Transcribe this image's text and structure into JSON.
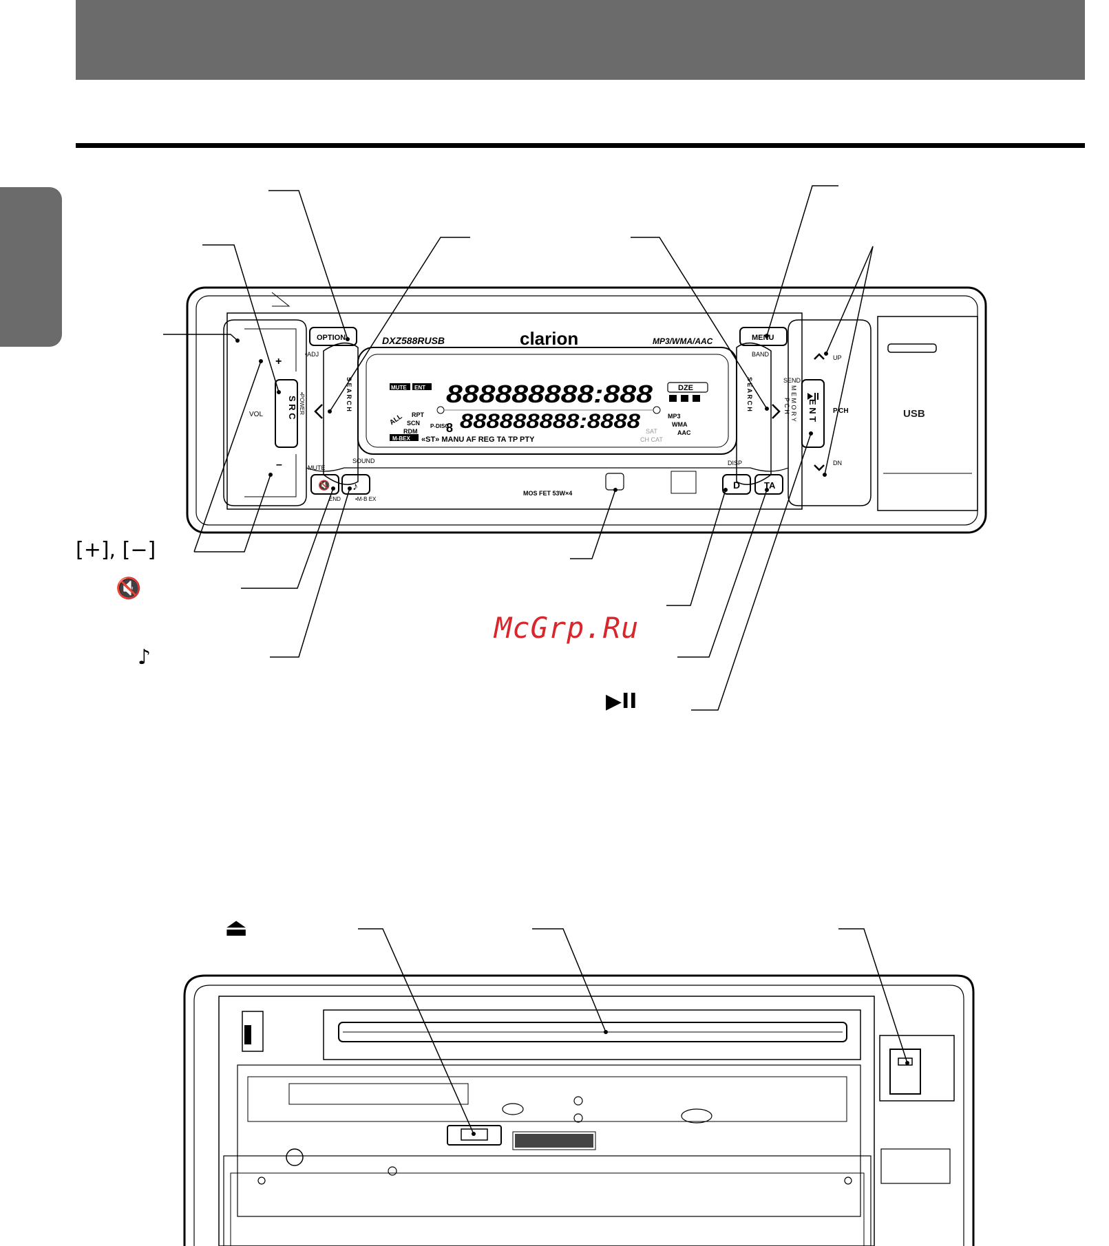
{
  "callouts": {
    "plus_minus": "[+], [−]",
    "mute_glyph": "🔇",
    "note_glyph": "♪",
    "play_pause_glyph": "▶II",
    "eject_glyph": "⏏"
  },
  "watermark": "McGrp.Ru",
  "front_panel": {
    "brand": "clarion",
    "model": "DXZ588RUSB",
    "formats": "MP3/WMA/AAC",
    "amp": "MOS FET 53W×4",
    "usb": "USB",
    "buttons": {
      "option": "OPTION",
      "adj": "•ADJ",
      "menu": "MENU",
      "band": "BAND",
      "src": "S R C",
      "power": "•POWER",
      "vol": "VOL",
      "plus": "+",
      "minus": "–",
      "mute": "MUTE",
      "send": "SEND",
      "sound": "SOUND",
      "end": "END",
      "mbex": "•M-B EX",
      "disp": "DISP",
      "d": "D",
      "ta": "TA",
      "up": "UP",
      "dn": "DN",
      "pch": "P.CH",
      "ent": "E N T",
      "search": "S E A R C H",
      "memory": "M E M O R Y",
      "pch_side": "P C H"
    },
    "display": {
      "line1": "888888888:888",
      "line2": "888888888:8888",
      "mute": "MUTE",
      "ent": "ENT",
      "rpt": "RPT",
      "scn": "SCN",
      "rdm": "RDM",
      "all": "ALL",
      "pdisc": "P-DISC",
      "mbex": "M-BEX",
      "indicators": "«ST» MANU AF REG TA TP PTY",
      "dze": "DZE",
      "mp3": "MP3",
      "wma": "WMA",
      "aac": "AAC",
      "sat": "SAT",
      "chcat": "CH CAT",
      "digit": "8"
    }
  }
}
